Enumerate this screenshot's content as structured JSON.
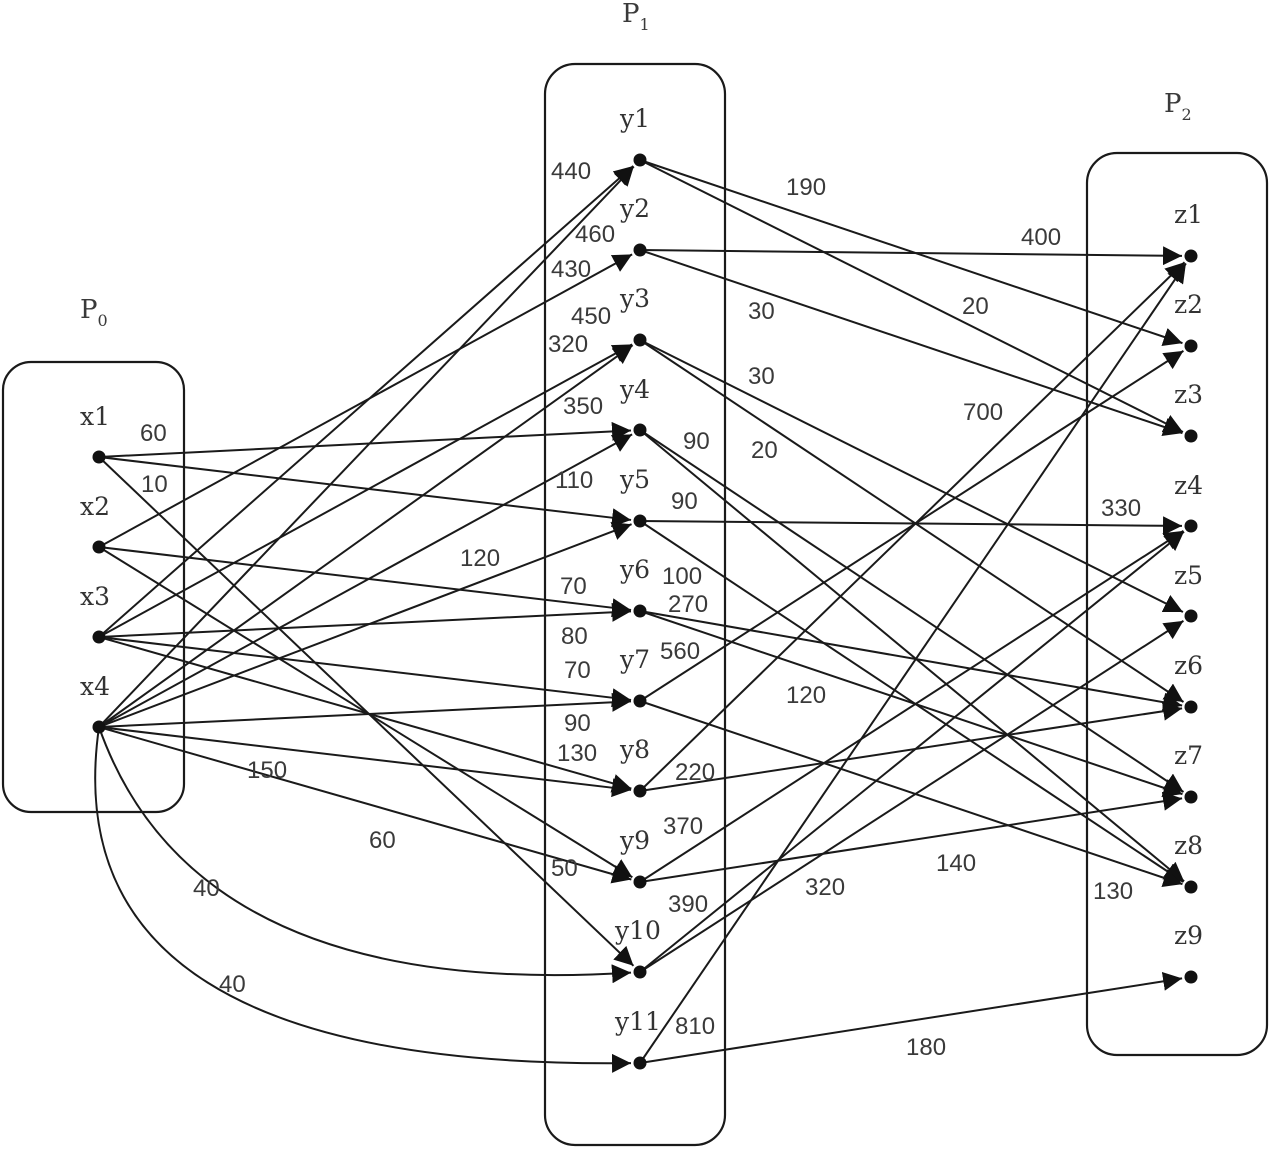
{
  "partitions": [
    {
      "id": "P0",
      "main": "P",
      "sub": "0"
    },
    {
      "id": "P1",
      "main": "P",
      "sub": "1"
    },
    {
      "id": "P2",
      "main": "P",
      "sub": "2"
    }
  ],
  "nodes": [
    {
      "id": "x1",
      "label": "x1",
      "partition": "P0"
    },
    {
      "id": "x2",
      "label": "x2",
      "partition": "P0"
    },
    {
      "id": "x3",
      "label": "x3",
      "partition": "P0"
    },
    {
      "id": "x4",
      "label": "x4",
      "partition": "P0"
    },
    {
      "id": "y1",
      "label": "y1",
      "partition": "P1"
    },
    {
      "id": "y2",
      "label": "y2",
      "partition": "P1"
    },
    {
      "id": "y3",
      "label": "y3",
      "partition": "P1"
    },
    {
      "id": "y4",
      "label": "y4",
      "partition": "P1"
    },
    {
      "id": "y5",
      "label": "y5",
      "partition": "P1"
    },
    {
      "id": "y6",
      "label": "y6",
      "partition": "P1"
    },
    {
      "id": "y7",
      "label": "y7",
      "partition": "P1"
    },
    {
      "id": "y8",
      "label": "y8",
      "partition": "P1"
    },
    {
      "id": "y9",
      "label": "y9",
      "partition": "P1"
    },
    {
      "id": "y10",
      "label": "y10",
      "partition": "P1"
    },
    {
      "id": "y11",
      "label": "y11",
      "partition": "P1"
    },
    {
      "id": "z1",
      "label": "z1",
      "partition": "P2"
    },
    {
      "id": "z2",
      "label": "z2",
      "partition": "P2"
    },
    {
      "id": "z3",
      "label": "z3",
      "partition": "P2"
    },
    {
      "id": "z4",
      "label": "z4",
      "partition": "P2"
    },
    {
      "id": "z5",
      "label": "z5",
      "partition": "P2"
    },
    {
      "id": "z6",
      "label": "z6",
      "partition": "P2"
    },
    {
      "id": "z7",
      "label": "z7",
      "partition": "P2"
    },
    {
      "id": "z8",
      "label": "z8",
      "partition": "P2"
    },
    {
      "id": "z9",
      "label": "z9",
      "partition": "P2"
    }
  ],
  "edges": [
    {
      "from": "x1",
      "to": "y4",
      "label": "60"
    },
    {
      "from": "x1",
      "to": "y5",
      "label": "10"
    },
    {
      "from": "x1",
      "to": "y10",
      "label": "50"
    },
    {
      "from": "x2",
      "to": "y2",
      "label": "430"
    },
    {
      "from": "x2",
      "to": "y6",
      "label": "70"
    },
    {
      "from": "x2",
      "to": "y9",
      "label": "90"
    },
    {
      "from": "x3",
      "to": "y1",
      "label": "440"
    },
    {
      "from": "x3",
      "to": "y3",
      "label": "320"
    },
    {
      "from": "x3",
      "to": "y6",
      "label": "80"
    },
    {
      "from": "x3",
      "to": "y7",
      "label": "70"
    },
    {
      "from": "x3",
      "to": "y8",
      "label": "130"
    },
    {
      "from": "x4",
      "to": "y1",
      "label": "460"
    },
    {
      "from": "x4",
      "to": "y3",
      "label": "450"
    },
    {
      "from": "x4",
      "to": "y4",
      "label": "350"
    },
    {
      "from": "x4",
      "to": "y5",
      "label": "110"
    },
    {
      "from": "x4",
      "to": "y7",
      "label": "120"
    },
    {
      "from": "x4",
      "to": "y8",
      "label": "150"
    },
    {
      "from": "x4",
      "to": "y9",
      "label": "60"
    },
    {
      "from": "x4",
      "to": "y10",
      "label": "40"
    },
    {
      "from": "x4",
      "to": "y11",
      "label": "40"
    },
    {
      "from": "y1",
      "to": "z2",
      "label": "190"
    },
    {
      "from": "y1",
      "to": "z3",
      "label": "20"
    },
    {
      "from": "y2",
      "to": "z1",
      "label": "400"
    },
    {
      "from": "y2",
      "to": "z3",
      "label": "30"
    },
    {
      "from": "y3",
      "to": "z5",
      "label": "30"
    },
    {
      "from": "y3",
      "to": "z6",
      "label": "20"
    },
    {
      "from": "y4",
      "to": "z7",
      "label": "90"
    },
    {
      "from": "y4",
      "to": "z8",
      "label": "90"
    },
    {
      "from": "y5",
      "to": "z4",
      "label": "330"
    },
    {
      "from": "y5",
      "to": "z8",
      "label": "100"
    },
    {
      "from": "y6",
      "to": "z6",
      "label": "270"
    },
    {
      "from": "y6",
      "to": "z7",
      "label": "120"
    },
    {
      "from": "y7",
      "to": "z2",
      "label": "560"
    },
    {
      "from": "y7",
      "to": "z8",
      "label": "130"
    },
    {
      "from": "y8",
      "to": "z1",
      "label": "700"
    },
    {
      "from": "y8",
      "to": "z6",
      "label": "220"
    },
    {
      "from": "y9",
      "to": "z4",
      "label": "370"
    },
    {
      "from": "y9",
      "to": "z7",
      "label": "140"
    },
    {
      "from": "y10",
      "to": "z4",
      "label": "390"
    },
    {
      "from": "y10",
      "to": "z5",
      "label": "320"
    },
    {
      "from": "y11",
      "to": "z1",
      "label": "810"
    },
    {
      "from": "y11",
      "to": "z9",
      "label": "180"
    }
  ]
}
